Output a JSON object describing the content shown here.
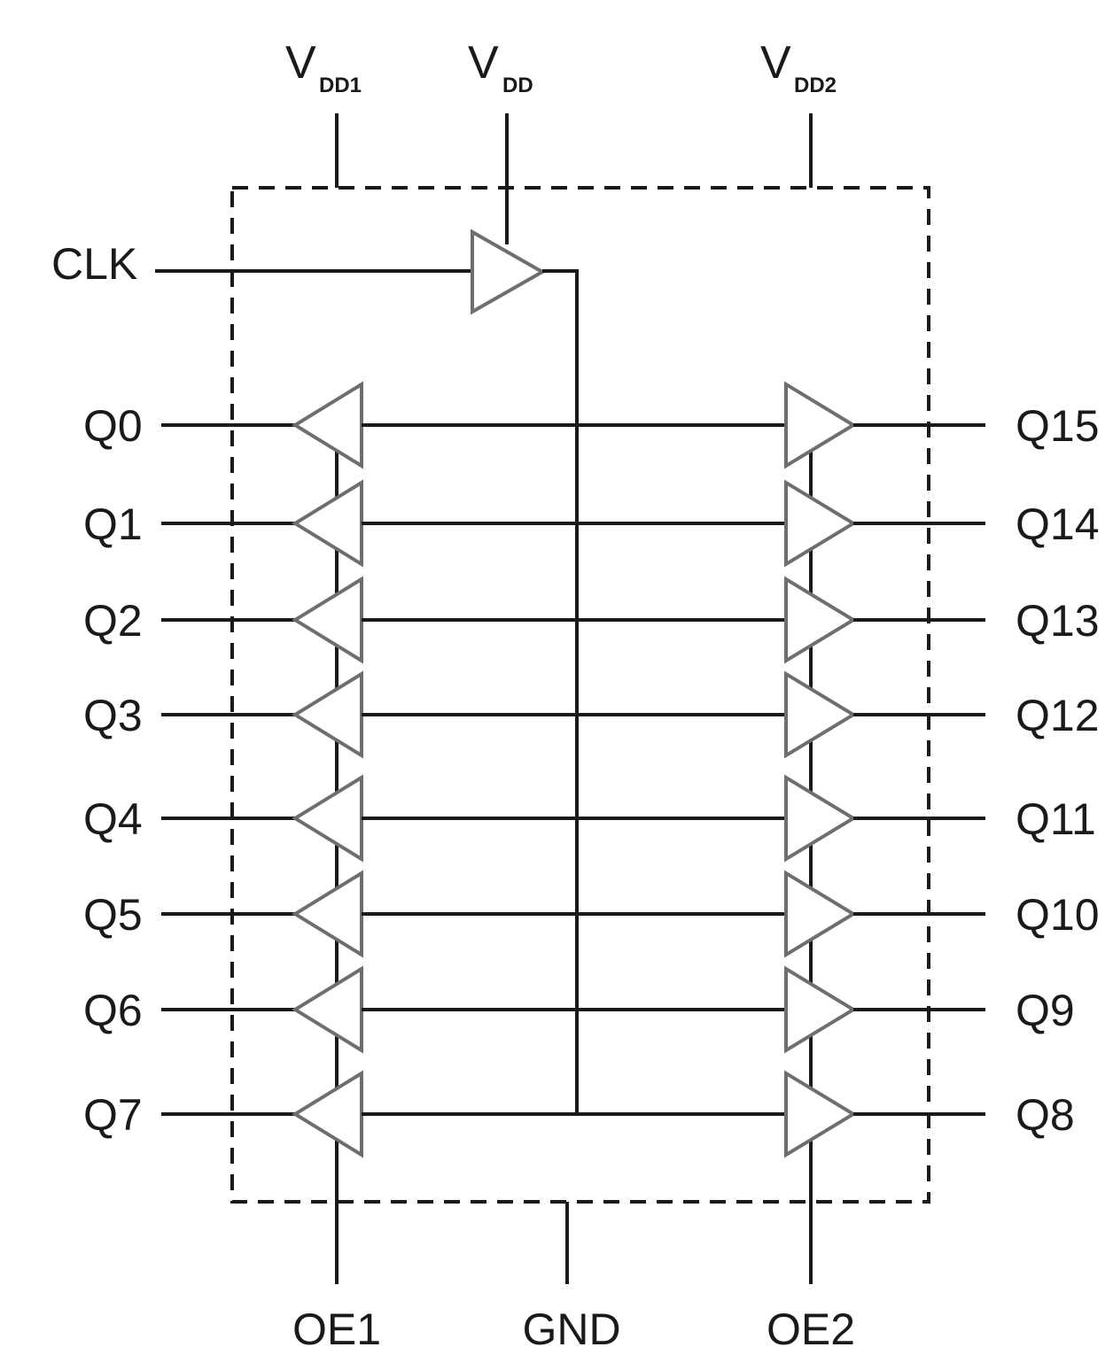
{
  "supplies": [
    {
      "main": "V",
      "sub": "DD1"
    },
    {
      "main": "V",
      "sub": "DD"
    },
    {
      "main": "V",
      "sub": "DD2"
    }
  ],
  "clock_input": "CLK",
  "left_outputs": [
    "Q0",
    "Q1",
    "Q2",
    "Q3",
    "Q4",
    "Q5",
    "Q6",
    "Q7"
  ],
  "right_outputs": [
    "Q15",
    "Q14",
    "Q13",
    "Q12",
    "Q11",
    "Q10",
    "Q9",
    "Q8"
  ],
  "bottom_pins": [
    "OE1",
    "GND",
    "OE2"
  ]
}
